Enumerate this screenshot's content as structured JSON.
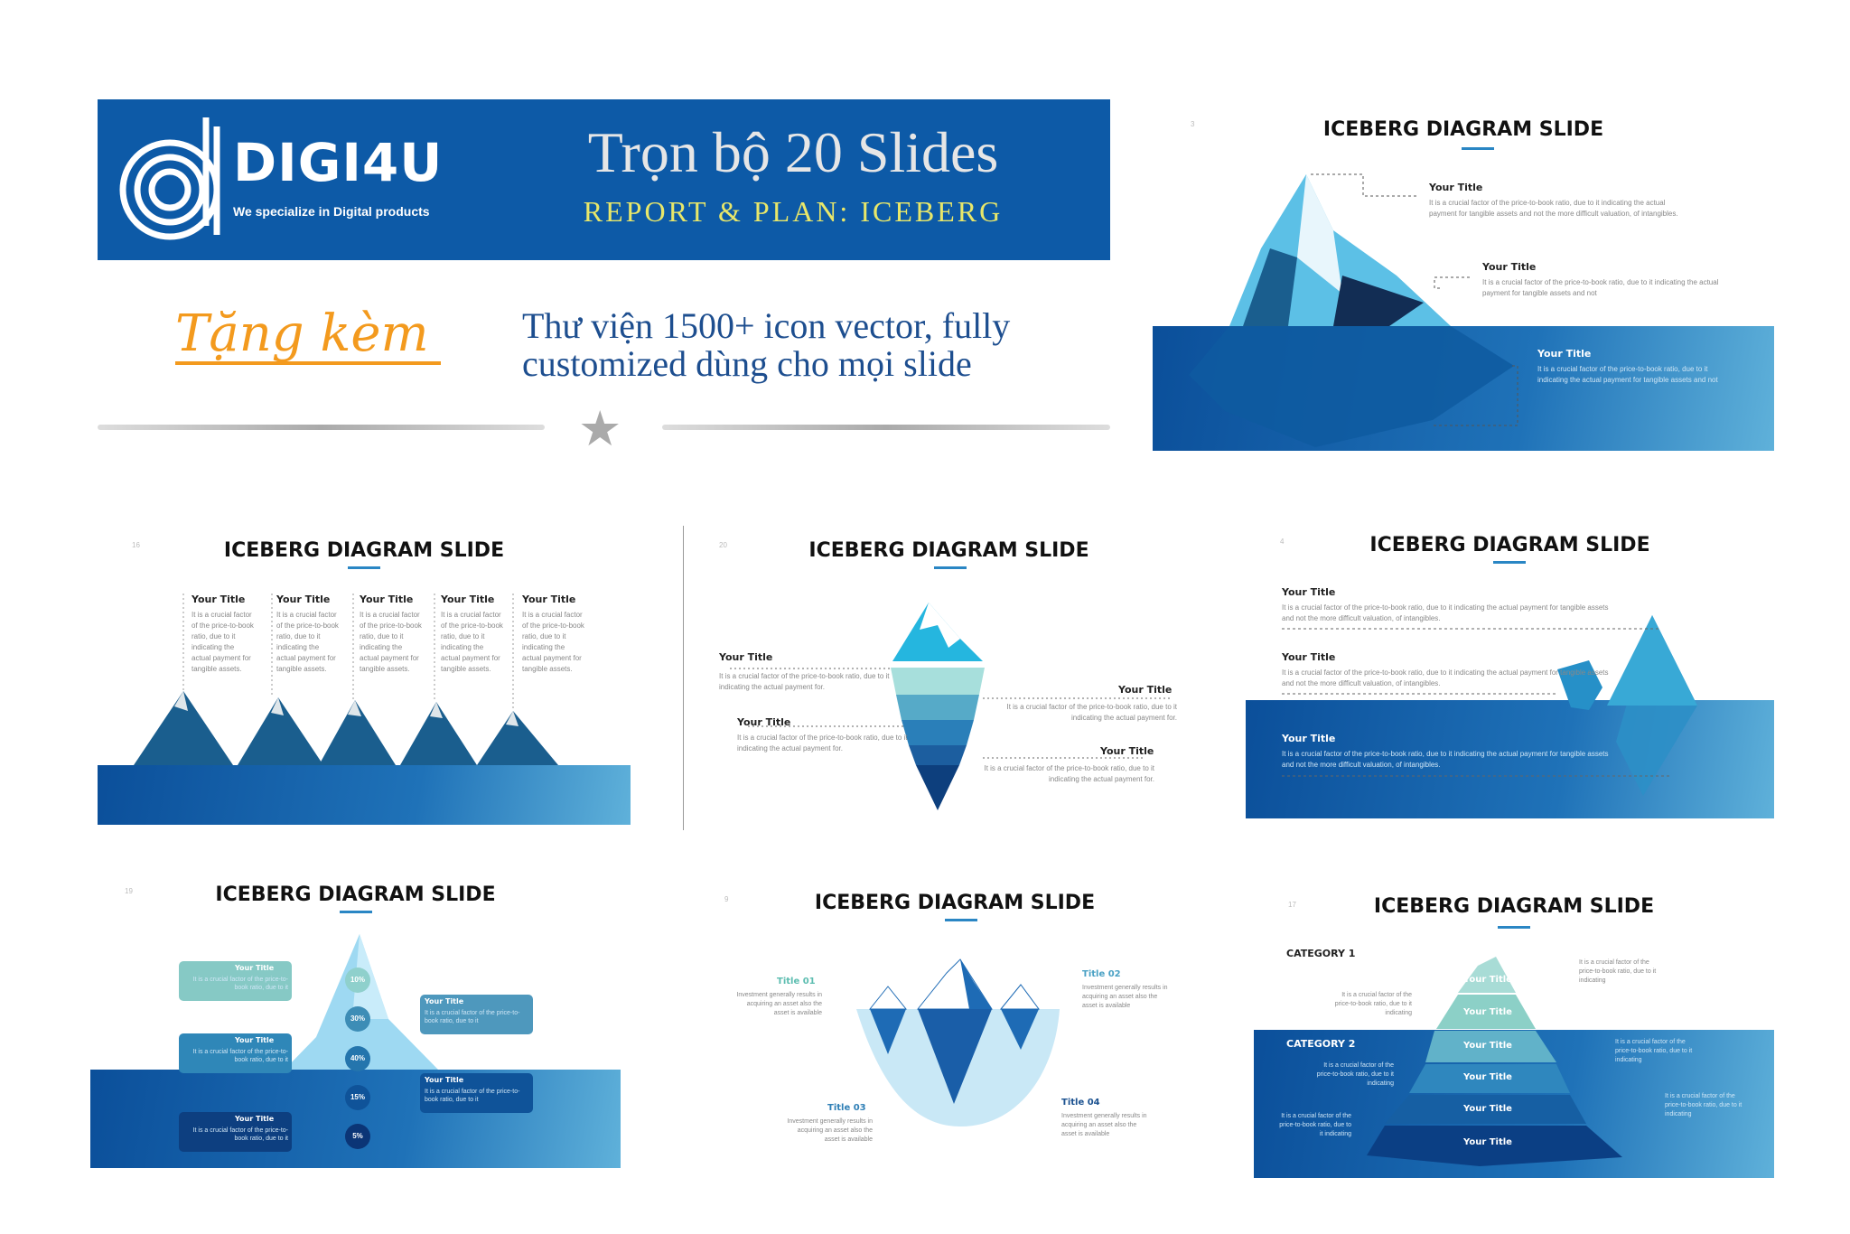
{
  "banner": {
    "logo": "DIGI4U",
    "tagline": "We specialize in Digital products",
    "title": "Trọn bộ 20 Slides",
    "subtitle": "REPORT & PLAN: ICEBERG"
  },
  "promo": {
    "gift": "Tặng kèm",
    "line1": "Thư viện 1500+ icon vector, fully",
    "line2": "customized dùng cho mọi slide"
  },
  "slide_title": "ICEBERG DIAGRAM SLIDE",
  "your_title": "Your Title",
  "long_text": "It is a crucial factor of the price-to-book ratio, due to it indicating the actual payment for tangible assets and not the more difficult valuation, of intangibles.",
  "mid_text": "It is a crucial factor of the price-to-book ratio, due to it indicating the actual payment for tangible assets and not",
  "short_text": "It is a crucial factor of the price-to-book ratio, due to it indicating the actual payment for.",
  "col_text": "It is a crucial factor of the price-to-book ratio, due to it indicating the actual payment for tangible assets.",
  "box_text": "It is a crucial factor of the price-to-book ratio, due to it",
  "small_text": "It is a crucial factor of the price-to-book ratio, due to it indicating",
  "invest_text": "Investment generally results in acquiring an asset also the asset is available",
  "percents": [
    "10%",
    "30%",
    "40%",
    "15%",
    "5%"
  ],
  "titles": [
    "Title 01",
    "Title 02",
    "Title 03",
    "Title 04"
  ],
  "categories": [
    "CATEGORY 1",
    "CATEGORY 2"
  ],
  "slide_numbers": [
    "3",
    "16",
    "20",
    "4",
    "19",
    "9",
    "17"
  ]
}
